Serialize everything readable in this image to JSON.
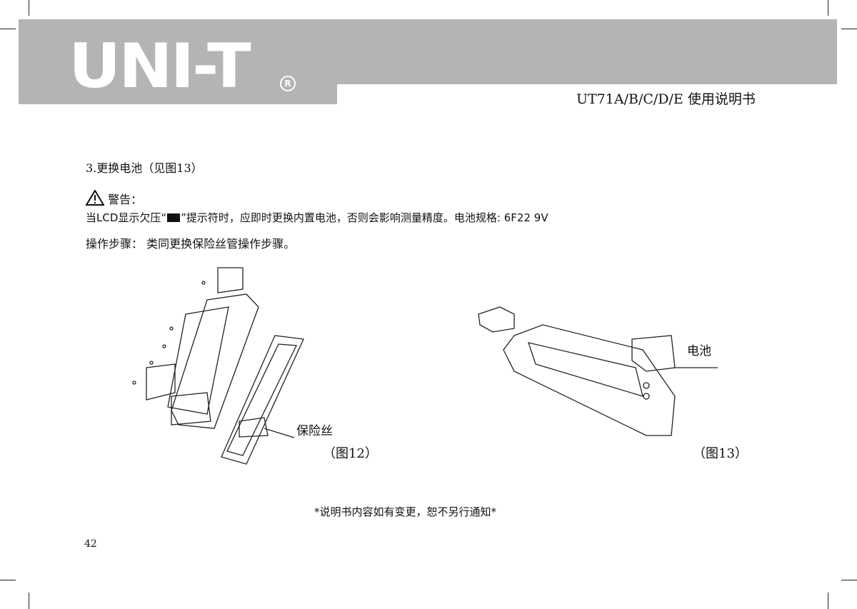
{
  "header": {
    "logo": "UNI-T",
    "registered": "R",
    "doc_title": "UT71A/B/C/D/E 使用说明书"
  },
  "section": {
    "heading": "3.更换电池（见图13）",
    "warning_label": "警告：",
    "warning_text_pre": "当LCD显示欠压“",
    "warning_text_post": "”提示符时，应即时更换内置电池，否则会影响测量精度。电池规格: 6F22 9V",
    "steps": "操作步骤：  类同更换保险丝管操作步骤。"
  },
  "figures": [
    {
      "caption": "（图12）",
      "callout": "保险丝"
    },
    {
      "caption": "（图13）",
      "callout": "电池"
    }
  ],
  "footer": {
    "notice": "*说明书内容如有变更，恕不另行通知*",
    "page_number": "42"
  }
}
